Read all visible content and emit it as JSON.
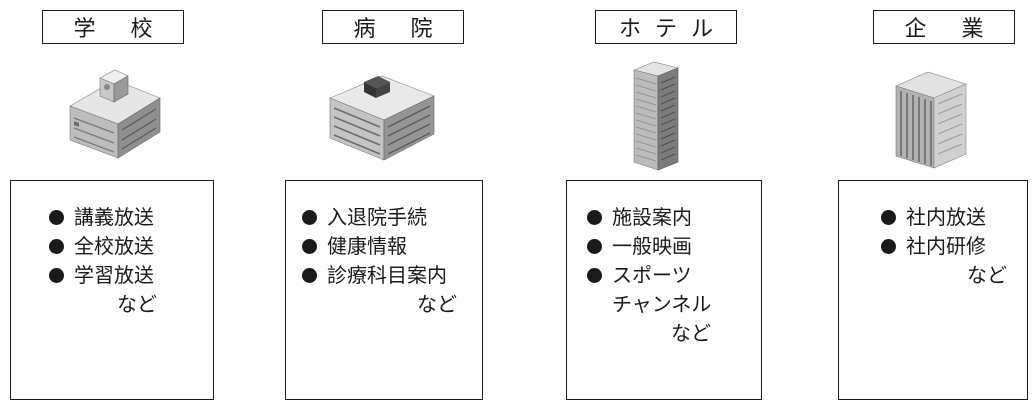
{
  "columns": [
    {
      "title": "学 校",
      "icon": "school-building-icon",
      "items": [
        "講義放送",
        "全校放送",
        "学習放送"
      ],
      "suffix": "など"
    },
    {
      "title": "病 院",
      "icon": "hospital-building-icon",
      "items": [
        "入退院手続",
        "健康情報",
        "診療科目案内"
      ],
      "suffix": "など"
    },
    {
      "title": "ホテル",
      "icon": "hotel-building-icon",
      "items": [
        "施設案内",
        "一般映画",
        "スポーツ"
      ],
      "continuation": "チャンネル",
      "suffix": "など"
    },
    {
      "title": "企 業",
      "icon": "office-building-icon",
      "items": [
        "社内放送",
        "社内研修"
      ],
      "suffix": "など"
    }
  ],
  "colors": {
    "line": "#1a1a1a",
    "building_light": "#d9d9d9",
    "building_mid": "#a8a8a8",
    "building_dark": "#6e6e6e"
  }
}
